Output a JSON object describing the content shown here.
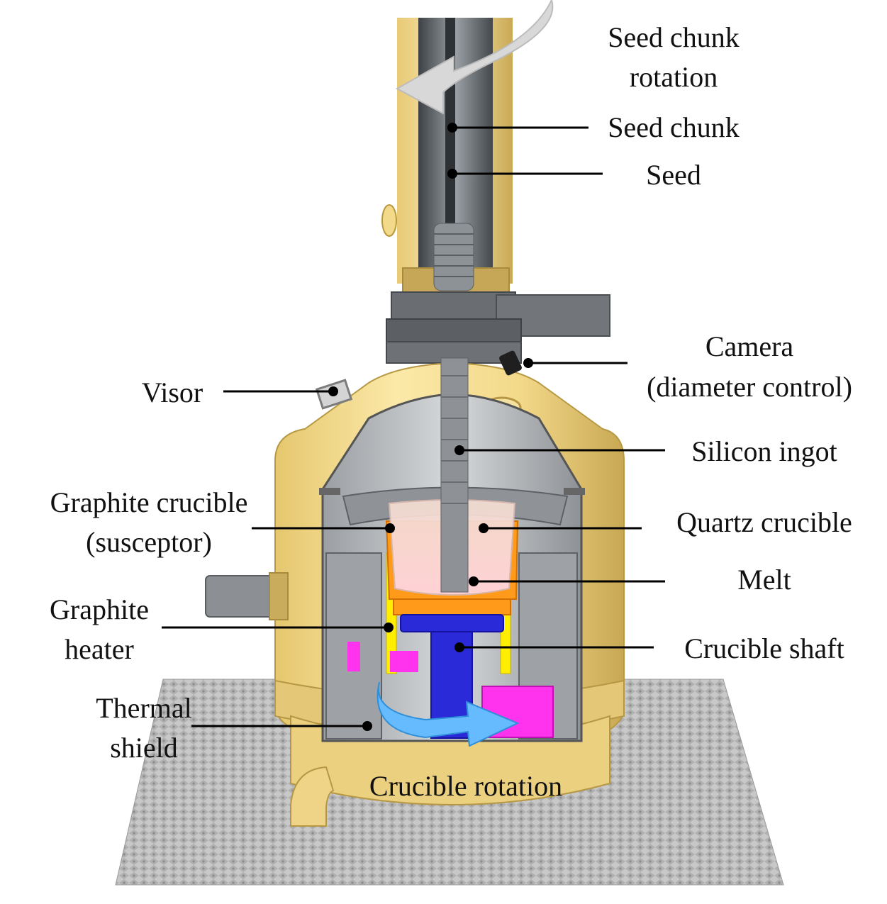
{
  "labels": {
    "seed_chunk_rotation": [
      "Seed chunk",
      "rotation"
    ],
    "seed_chunk": "Seed chunk",
    "seed": "Seed",
    "camera": [
      "Camera",
      "(diameter control)"
    ],
    "visor": "Visor",
    "silicon_ingot": "Silicon ingot",
    "graphite_crucible": [
      "Graphite crucible",
      "(susceptor)"
    ],
    "quartz_crucible": "Quartz crucible",
    "melt": "Melt",
    "graphite_heater": [
      "Graphite",
      "heater"
    ],
    "crucible_shaft": "Crucible shaft",
    "thermal_shield": [
      "Thermal",
      "shield"
    ],
    "crucible_rotation": "Crucible rotation"
  },
  "colors": {
    "housing": "#f0d88e",
    "housing_shade": "#c9ad5d",
    "steel": "#8a8f94",
    "steel_dark": "#55595d",
    "graphite_orange": "#ff9a1a",
    "heater_yellow": "#ffee00",
    "shaft_blue": "#2a2ad8",
    "magenta": "#ff33ee",
    "rotation_arrow": "#66bbff",
    "seed_arrow": "#d8d8d8",
    "floor": "#b9b9b9"
  }
}
